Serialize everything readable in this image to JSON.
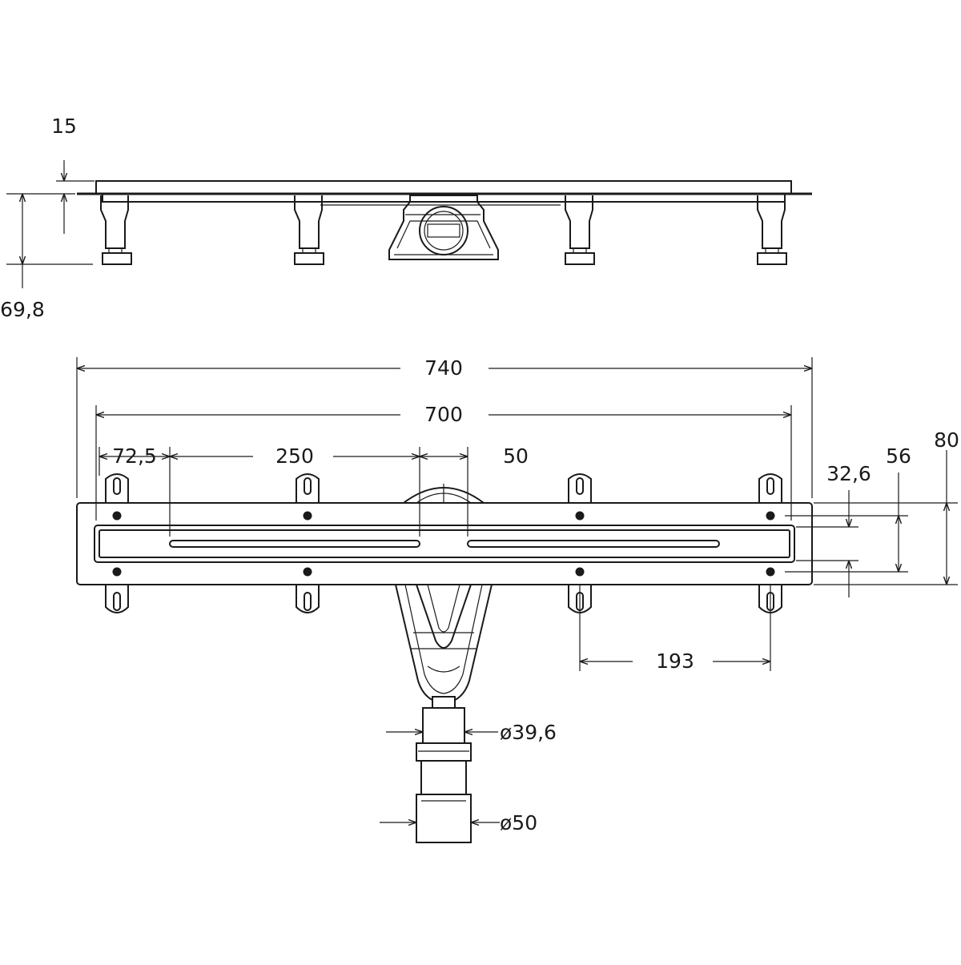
{
  "side_view": {
    "dim_grate_height": "15",
    "dim_total_height": "69,8"
  },
  "top_view": {
    "dim_overall_length": "740",
    "dim_channel_length": "700",
    "dim_end_offset": "72,5",
    "dim_slot_length": "250",
    "dim_center_gap": "50",
    "dim_leg_spacing": "193",
    "dim_inner_width": "32,6",
    "dim_channel_width": "56",
    "dim_overall_width": "80",
    "dim_outlet_diameter": "ø39,6",
    "dim_pipe_diameter": "ø50"
  }
}
